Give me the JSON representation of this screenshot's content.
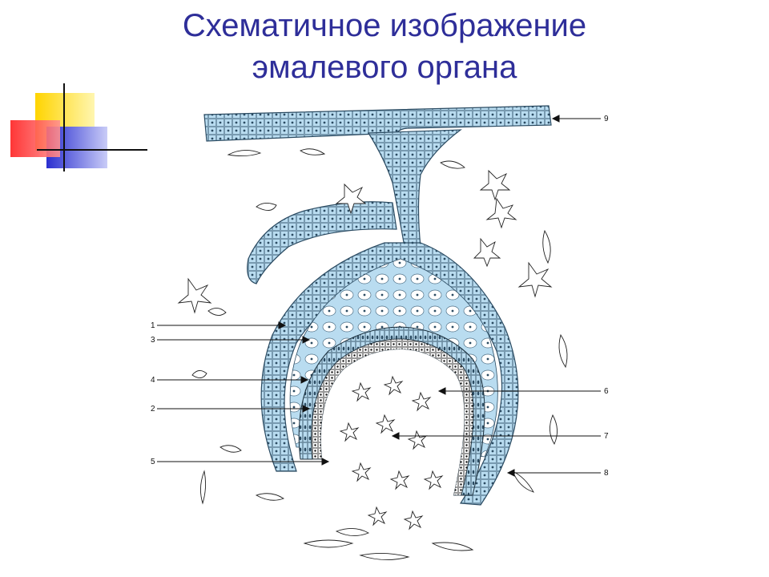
{
  "slide": {
    "title_line1": "Схематичное изображение",
    "title_line2": "эмалевого органа"
  },
  "colors": {
    "title": "#2e2e99",
    "tissue": "#b9dcf0",
    "deco_yellow": "#ffd700",
    "deco_red": "#ff3b3b",
    "deco_blue": "#2233cc"
  },
  "diagram": {
    "labels_left": [
      "1",
      "3",
      "4",
      "2",
      "5"
    ],
    "labels_right": [
      "9",
      "6",
      "7",
      "8"
    ]
  }
}
